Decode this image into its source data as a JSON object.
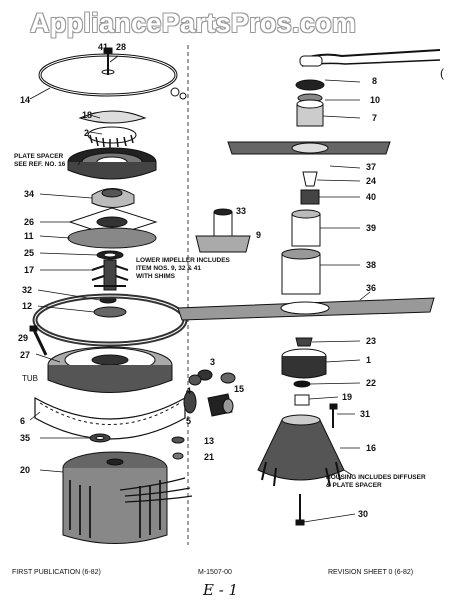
{
  "watermark": "AppliancePartsPros.com",
  "labels": {
    "l28": "28",
    "l41": "41",
    "l14": "14",
    "l18": "18",
    "l2": "2",
    "l16": "PLATE SPACER\nSEE REF. NO. 16",
    "l34": "34",
    "l26": "26",
    "l11": "11",
    "l25": "25",
    "l17": "17",
    "l32": "32",
    "l12": "12",
    "l29": "29",
    "l27": "27",
    "ltub": "TUB",
    "l6": "6",
    "l35": "35",
    "l20": "20",
    "l3": "3",
    "l4": "4",
    "l15": "15",
    "l5": "5",
    "l13": "13",
    "l21": "21",
    "l33": "33",
    "l9": "9",
    "l8": "8",
    "l10": "10",
    "l7": "7",
    "l37": "37",
    "l24": "24",
    "l40": "40",
    "l39": "39",
    "l38": "38",
    "l36": "36",
    "l23": "23",
    "l1": "1",
    "l22": "22",
    "l19": "19",
    "l31": "31",
    "l16b": "16",
    "l30": "30"
  },
  "notes": {
    "lower_impeller": "LOWER IMPELLER INCLUDES\nITEM NOS. 9, 32 & 41\nWITH SHIMS",
    "housing": "HOUSING INCLUDES\nDIFFUSER & PLATE SPACER"
  },
  "footer": {
    "left": "FIRST PUBLICATION (6-82)",
    "center": "M-1507-00",
    "right": "REVISION SHEET 0 (6-82)"
  },
  "signature": "E - 1",
  "stray_mark": "("
}
